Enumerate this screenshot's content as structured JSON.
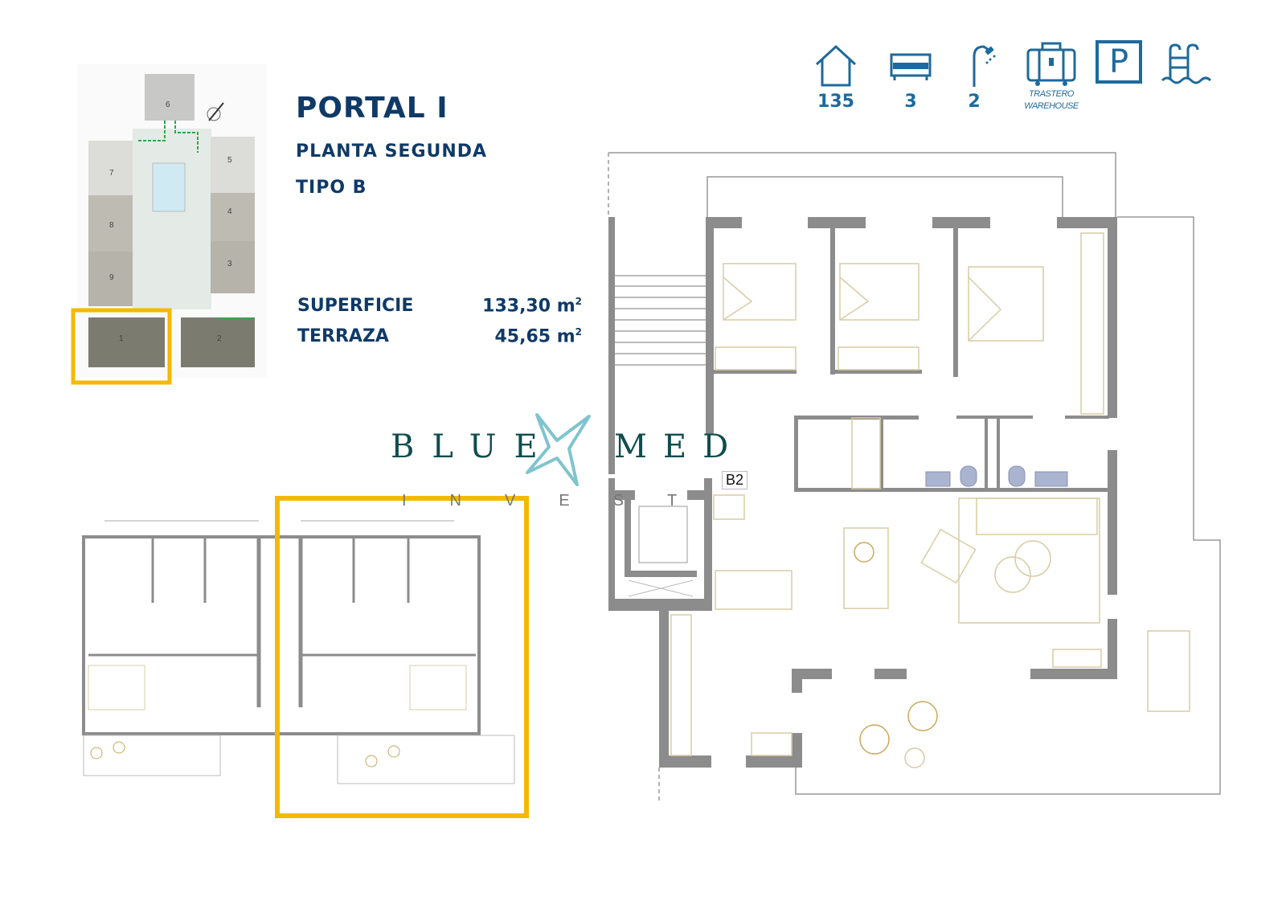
{
  "header": {
    "portal": "PORTAL I",
    "floor": "PLANTA SEGUNDA",
    "type": "TIPO B"
  },
  "areas": [
    {
      "label": "SUPERFICIE",
      "value": "133,30 m",
      "unit_sup": "2"
    },
    {
      "label": "TERRAZA",
      "value": "45,65 m",
      "unit_sup": "2"
    }
  ],
  "features": [
    {
      "icon": "house-icon",
      "value": "135"
    },
    {
      "icon": "bed-icon",
      "value": "3"
    },
    {
      "icon": "shower-icon",
      "value": "2"
    },
    {
      "icon": "suitcase-icon",
      "label": "TRASTERO",
      "label_en": "WAREHOUSE"
    },
    {
      "icon": "parking-icon",
      "glyph": "P"
    },
    {
      "icon": "pool-ladder-icon"
    }
  ],
  "logo": {
    "word1": "BLUE",
    "word2": "MED",
    "tagline": "INVEST"
  },
  "plan": {
    "unit_label": "B2"
  },
  "site_plan": {
    "units": [
      "6",
      "5",
      "7",
      "4",
      "8",
      "3",
      "9",
      "1",
      "2"
    ]
  },
  "colors": {
    "title": "#0f3a68",
    "icon": "#1d6a9c",
    "highlight": "#f5b800",
    "wall": "#8c8c8c",
    "furniture": "#d8cca4",
    "logo": "#0f4c4f",
    "starfish": "#7fc4cf"
  }
}
